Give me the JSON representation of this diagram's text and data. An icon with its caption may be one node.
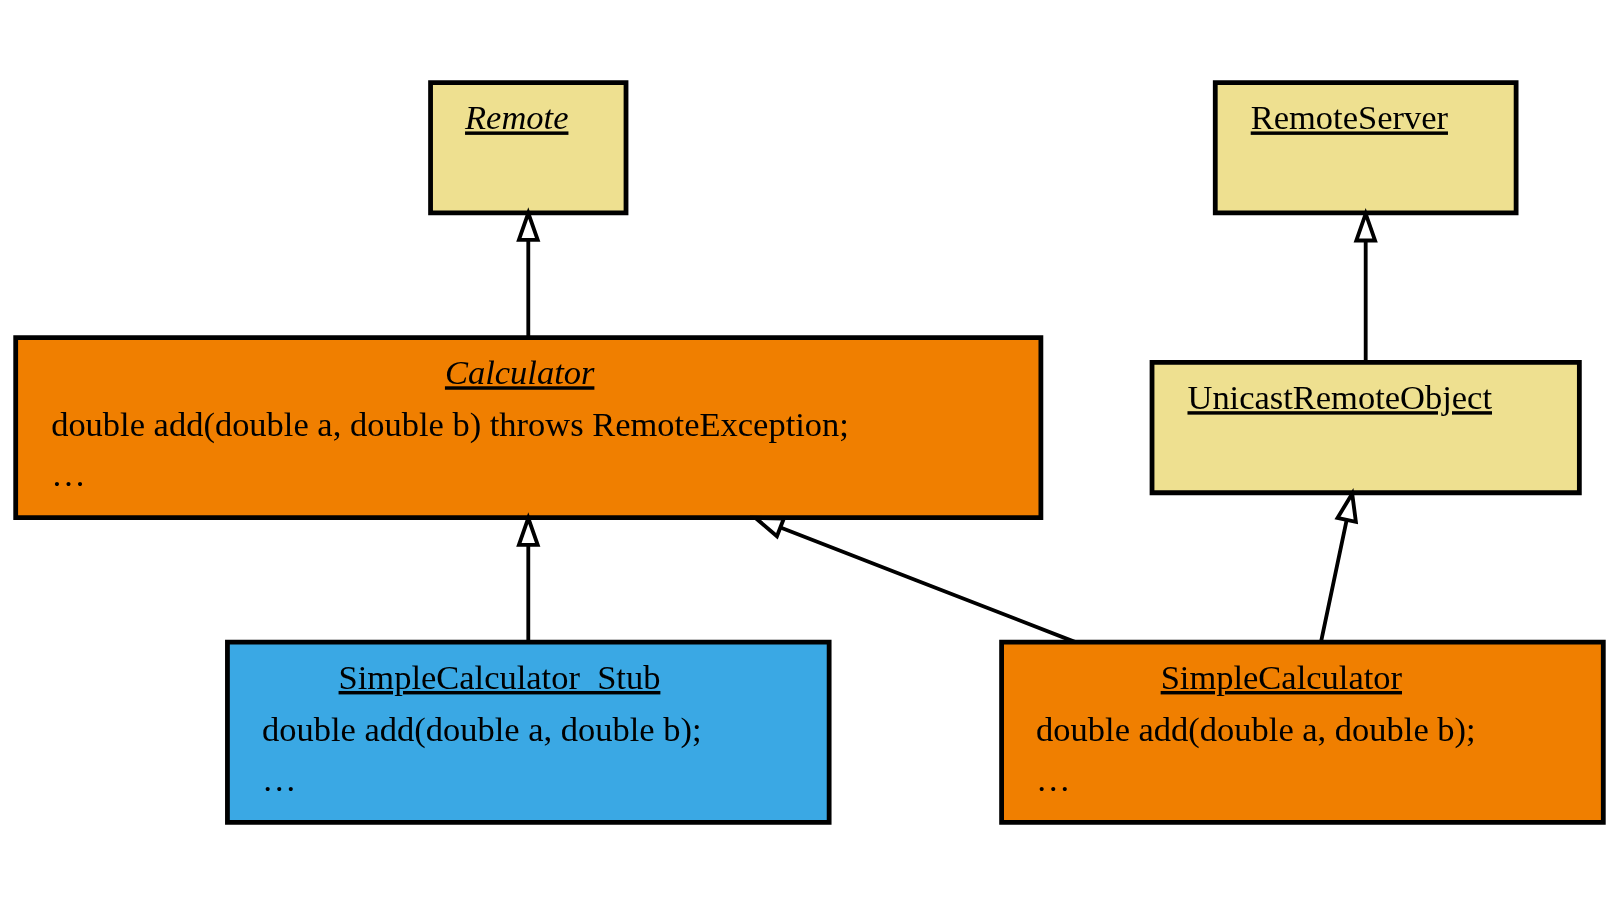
{
  "diagram": {
    "nodes": [
      {
        "text": [
          "Remote"
        ]
      },
      {
        "text": [
          "RemoteServer"
        ]
      },
      {
        "text": [
          "Calculator",
          "double add(double a, double b) throws RemoteException;",
          "…"
        ]
      },
      {
        "text": [
          "UnicastRemoteObject"
        ]
      },
      {
        "text": [
          "SimpleCalculator_Stub",
          "double add(double a, double b);",
          "…"
        ]
      },
      {
        "text": [
          "SimpleCalculator",
          "double add(double a, double b);",
          "…"
        ]
      }
    ],
    "edges": [
      {
        "from": 2,
        "to": 0,
        "arrow": "to"
      },
      {
        "from": 3,
        "to": 1,
        "arrow": "to"
      },
      {
        "from": 4,
        "to": 2,
        "arrow": "to"
      },
      {
        "from": 5,
        "to": 2,
        "arrow": "to"
      },
      {
        "from": 5,
        "to": 3,
        "arrow": "to"
      }
    ]
  }
}
